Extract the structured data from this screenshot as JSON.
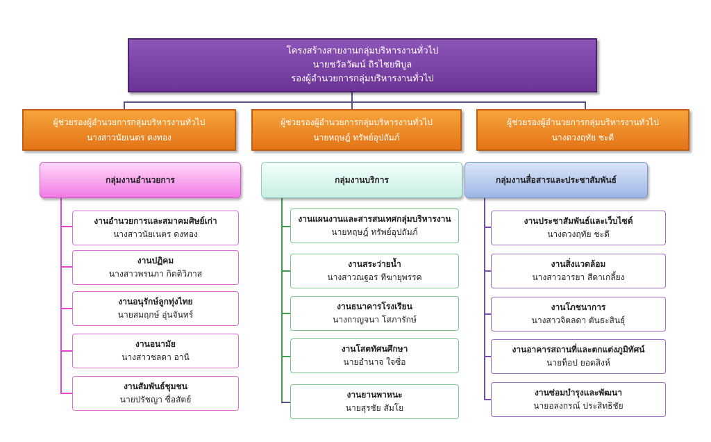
{
  "top": {
    "title": "โครงสร้างสายงานกลุ่มบริหารงานทั่วไป",
    "name": "นายชวัลวัฒน์  ถิรไชยพิบูล",
    "position": "รองผู้อำนวยการกลุ่มบริหารงานทั่วไป"
  },
  "assistants": [
    {
      "title": "ผู้ช่วยรองผู้อำนวยการกลุ่มบริหารงานทั่วไป",
      "name": "นางสาวนัยเนตร  ดงทอง"
    },
    {
      "title": "ผู้ช่วยรองผู้อำนวยการกลุ่มบริหารงานทั่วไป",
      "name": "นายหฤษฎ์  ทรัพย์อุปถัมภ์"
    },
    {
      "title": "ผู้ช่วยรองผู้อำนวยการกลุ่มบริหารงานทั่วไป",
      "name": "นางดวงฤทัย  ชะดี"
    }
  ],
  "groups": [
    {
      "name": "กลุ่มงานอำนวยการ",
      "items": [
        {
          "title": "งานอำนวยการและสมาคมศิษย์เก่า",
          "name": "นางสาวนัยเนตร  ดงทอง"
        },
        {
          "title": "งานปฏิคม",
          "name": "นางสาวพรนภา  กิตติวิภาส"
        },
        {
          "title": "งานอนุรักษ์ลูกทุ่งไทย",
          "name": "นายสมฤกษ์  อุ่นจันทร์"
        },
        {
          "title": "งานอนามัย",
          "name": "นางสาวชลดา  อานี"
        },
        {
          "title": "งานสัมพันธ์ชุมชน",
          "name": "นายปรัชญา  ซื่อสัตย์"
        }
      ]
    },
    {
      "name": "กลุ่มงานบริการ",
      "items": [
        {
          "title": "งานแผนงานและสารสนเทศกลุ่มบริหารงาน",
          "name": "นายหฤษฎ์  ทรัพย์อุปถัมภ์"
        },
        {
          "title": "งานสระว่ายน้ำ",
          "name": "นางสาวณฐอร  ทีฆายุพรรค"
        },
        {
          "title": "งานธนาคารโรงเรียน",
          "name": "นางกาญจนา  โสภารักษ์"
        },
        {
          "title": "งานโสตทัศนศึกษา",
          "name": "นายอำนาจ  ใจซื่อ"
        },
        {
          "title": "งานยานพาหนะ",
          "name": "นายสุรชัย  สัมโย"
        }
      ]
    },
    {
      "name": "กลุ่มงานสื่อสารและประชาสัมพันธ์",
      "items": [
        {
          "title": "งานประชาสัมพันธ์และเว็บไซต์",
          "name": "นางดวงฤทัย  ชะดี"
        },
        {
          "title": "งานสิ่งแวดล้อม",
          "name": "นางสาวอารยา  สีดาเกลี้ยง"
        },
        {
          "title": "งานโภชนาการ",
          "name": "นางสาวจิตลดา  ตันธะสินธุ์"
        },
        {
          "title": "งานอาคารสถานที่และตกแต่งภูมิทัศน์",
          "name": "นายท็อป  ยอดสิงห์"
        },
        {
          "title": "งานซ่อมบำรุงและพัฒนา",
          "name": "นายอลงกรณ์  ประสิทธิชัย"
        }
      ]
    }
  ]
}
